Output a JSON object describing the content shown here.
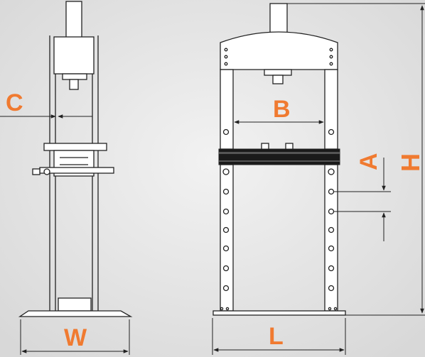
{
  "labels": {
    "c": "C",
    "b": "B",
    "a": "A",
    "h": "H",
    "w": "W",
    "l": "L"
  },
  "colors": {
    "background": "#e6e6e6",
    "line": "#222222",
    "frame_fill": "#ffffff",
    "beam_fill": "#1a1a1a",
    "label": "#f07a30"
  }
}
